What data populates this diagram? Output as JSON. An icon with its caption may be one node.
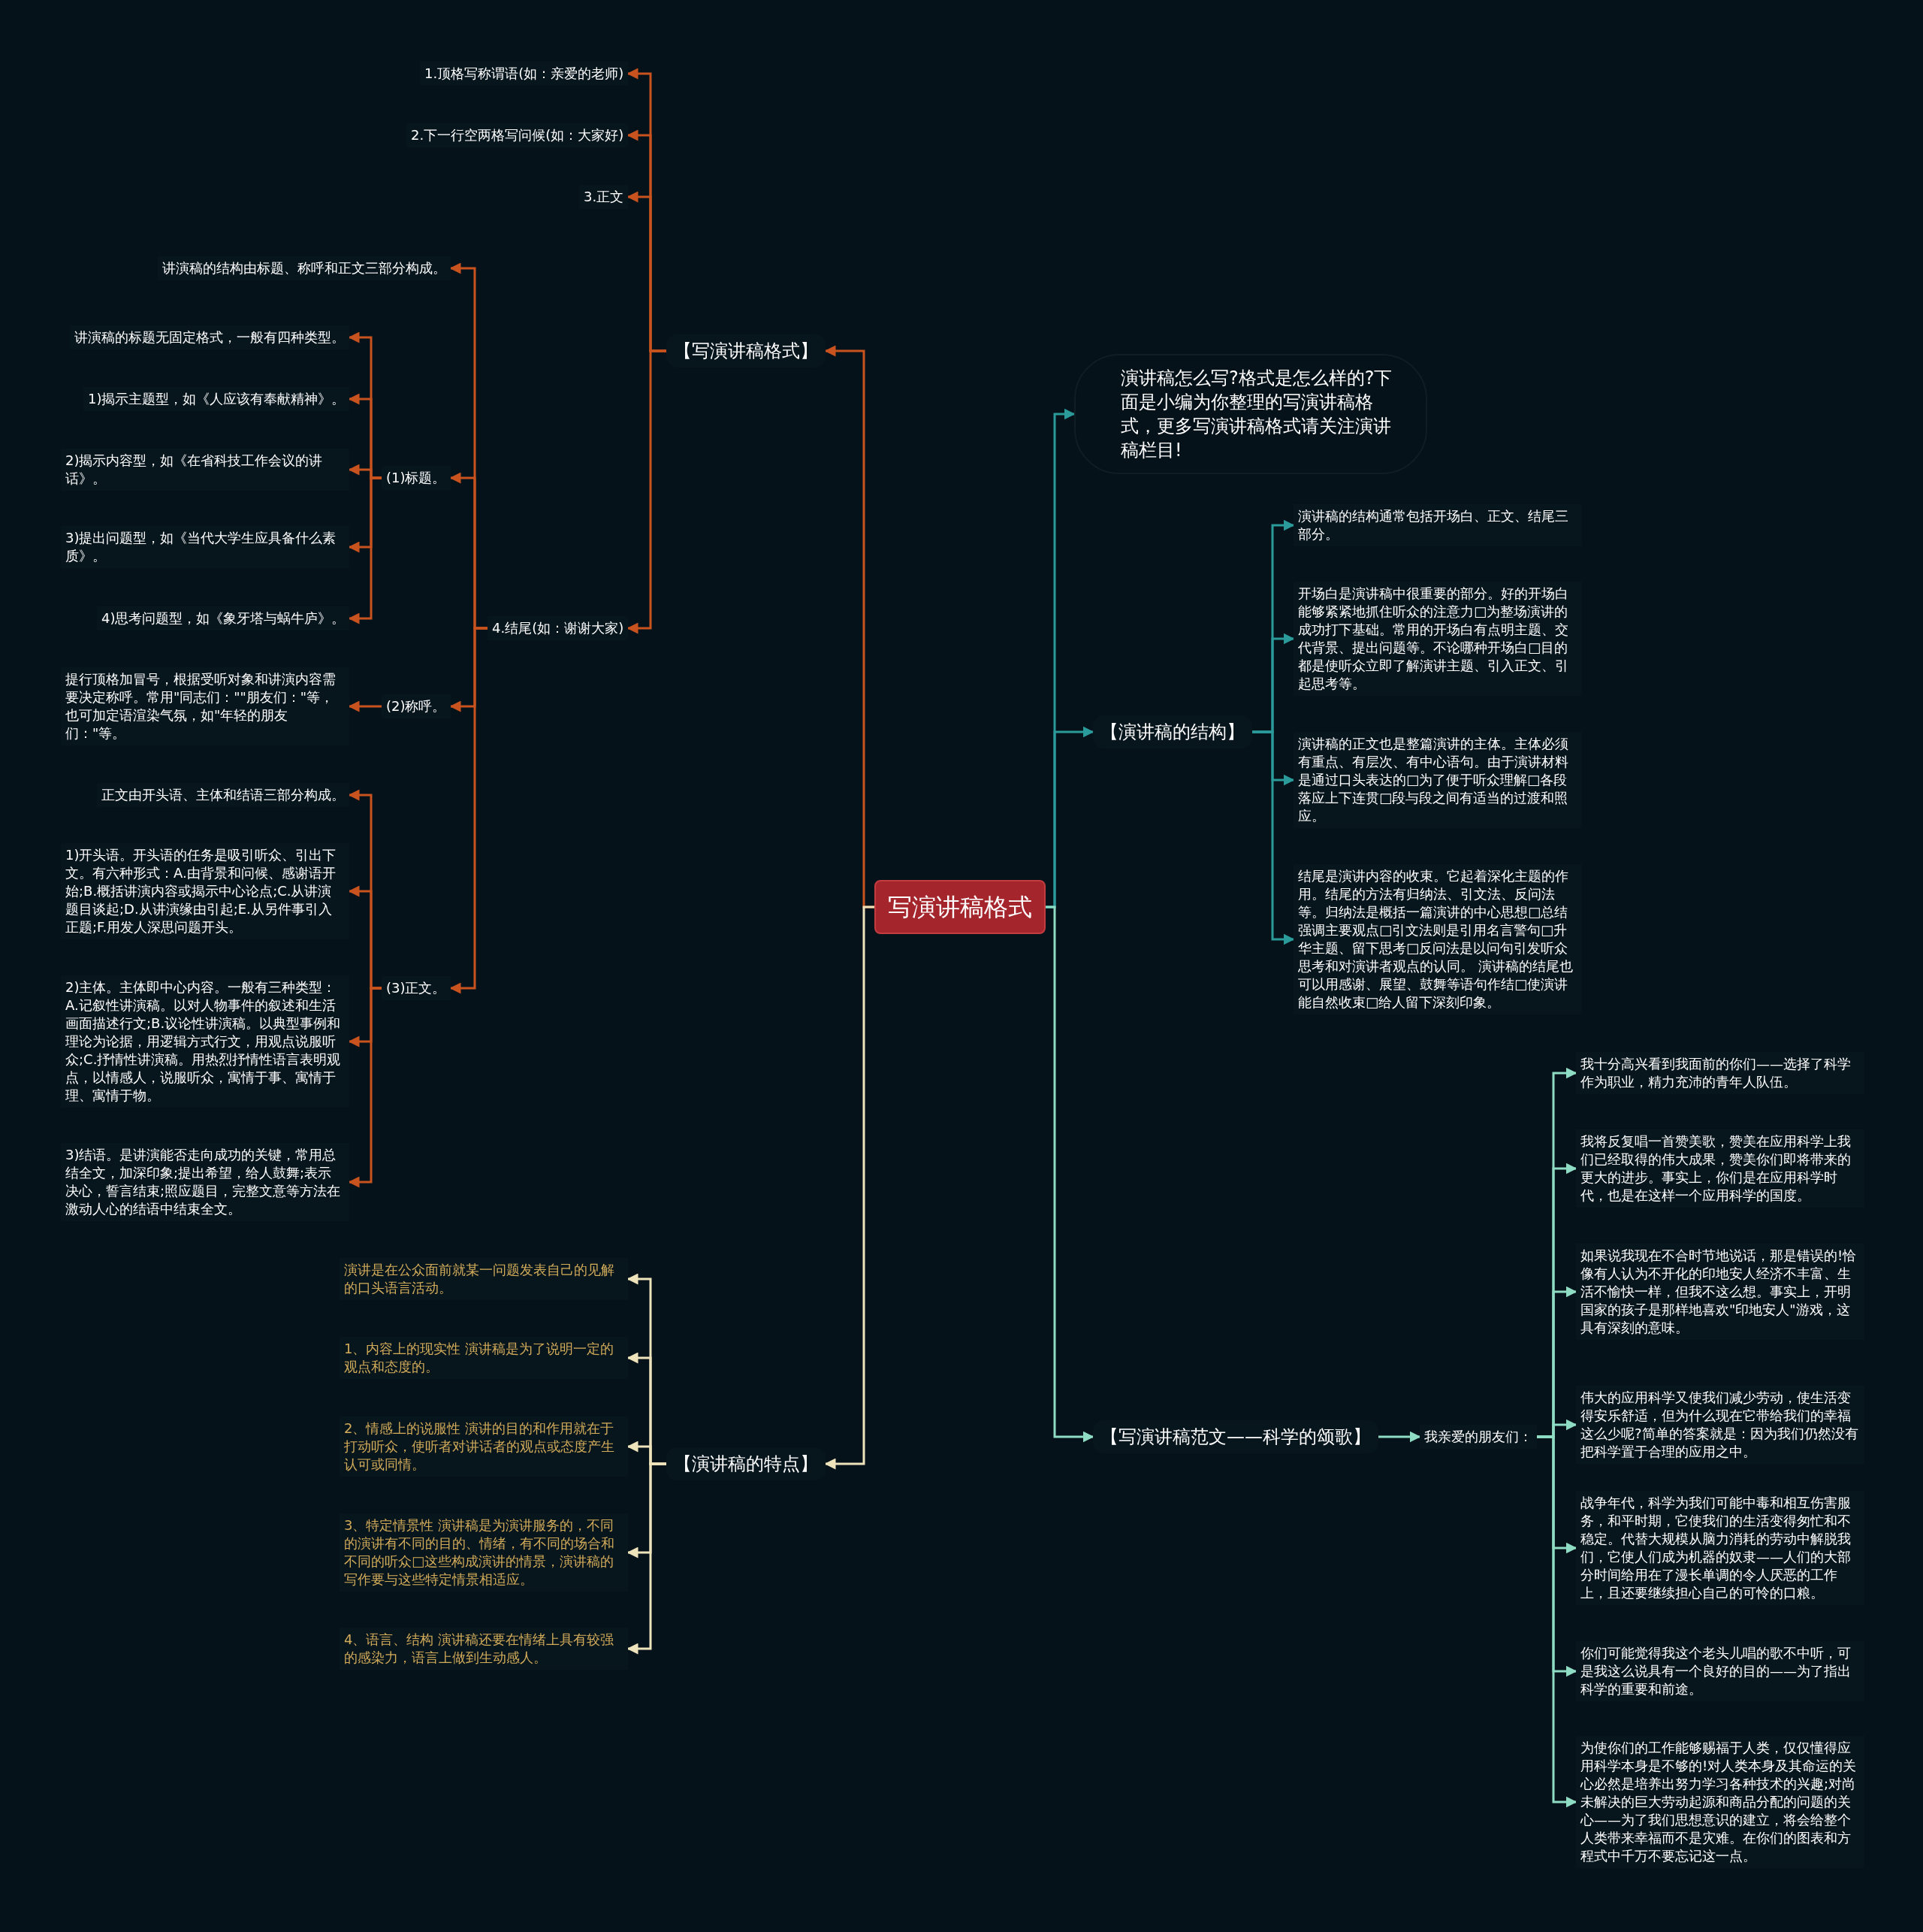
{
  "diagram": {
    "nodes": [
      {
        "text": [
          "写演讲稿格式"
        ]
      },
      {
        "text": [
          "【写演讲稿格式】"
        ]
      },
      {
        "text": [
          "1.顶格写称谓语(如：亲爱的老师)"
        ]
      },
      {
        "text": [
          "2.下一行空两格写问候(如：大家好)"
        ]
      },
      {
        "text": [
          "3.正文"
        ]
      },
      {
        "text": [
          "4.结尾(如：谢谢大家)"
        ]
      },
      {
        "text": [
          "讲演稿的结构由标题、称呼和正文三部分构成。"
        ]
      },
      {
        "text": [
          "(1)标题。"
        ]
      },
      {
        "text": [
          "讲演稿的标题无固定格式，一般有四种类型。"
        ]
      },
      {
        "text": [
          "1)揭示主题型，如《人应该有奉献精神》。"
        ]
      },
      {
        "text": [
          "2)揭示内容型，如《在省科技工作会议的讲话》。"
        ]
      },
      {
        "text": [
          "3)提出问题型，如《当代大学生应具备什么素质》。"
        ]
      },
      {
        "text": [
          "4)思考问题型，如《象牙塔与蜗牛庐》。"
        ]
      },
      {
        "text": [
          "(2)称呼。"
        ]
      },
      {
        "text": [
          "提行顶格加冒号，根据受听对象和讲演内容需要决定称呼。常用\"同志们：\"\"朋友们：\"等，也可加定语渲染气氛，如\"年轻的朋友们：\"等。"
        ]
      },
      {
        "text": [
          "(3)正文。"
        ]
      },
      {
        "text": [
          "正文由开头语、主体和结语三部分构成。"
        ]
      },
      {
        "text": [
          "1)开头语。开头语的任务是吸引听众、引出下文。有六种形式：A.由背景和问候、感谢语开始;B.概括讲演内容或揭示中心论点;C.从讲演题目谈起;D.从讲演缘由引起;E.从另件事引入正题;F.用发人深思问题开头。"
        ]
      },
      {
        "text": [
          "2)主体。主体即中心内容。一般有三种类型：A.记叙性讲演稿。以对人物事件的叙述和生活画面描述行文;B.议论性讲演稿。以典型事例和理论为论据，用逻辑方式行文，用观点说服听众;C.抒情性讲演稿。用热烈抒情性语言表明观点，以情感人，说服听众，寓情于事、寓情于理、寓情于物。"
        ]
      },
      {
        "text": [
          "3)结语。是讲演能否走向成功的关键，常用总结全文，加深印象;提出希望，给人鼓舞;表示决心，誓言结束;照应题目，完整文意等方法在激动人心的结语中结束全文。"
        ]
      },
      {
        "text": [
          "【演讲稿的特点】"
        ]
      },
      {
        "text": [
          "演讲是在公众面前就某一问题发表自己的见解的口头语言活动。"
        ]
      },
      {
        "text": [
          "1、内容上的现实性 演讲稿是为了说明一定的观点和态度的。"
        ]
      },
      {
        "text": [
          "2、情感上的说服性 演讲的目的和作用就在于打动听众，使听者对讲话者的观点或态度产生认可或同情。"
        ]
      },
      {
        "text": [
          "3、特定情景性 演讲稿是为演讲服务的，不同的演讲有不同的目的、情绪，有不同的场合和不同的听众□这些构成演讲的情景，演讲稿的写作要与这些特定情景相适应。"
        ]
      },
      {
        "text": [
          "4、语言、结构 演讲稿还要在情绪上具有较强的感染力，语言上做到生动感人。"
        ]
      },
      {
        "text": [
          "演讲稿怎么写?格式是怎么样的?下面是小编为你整理的写演讲稿格式，更多写演讲稿格式请关注演讲稿栏目!"
        ]
      },
      {
        "text": [
          "【演讲稿的结构】"
        ]
      },
      {
        "text": [
          "演讲稿的结构通常包括开场白、正文、结尾三部分。"
        ]
      },
      {
        "text": [
          "开场白是演讲稿中很重要的部分。好的开场白能够紧紧地抓住听众的注意力□为整场演讲的成功打下基础。常用的开场白有点明主题、交代背景、提出问题等。不论哪种开场白□目的都是使听众立即了解演讲主题、引入正文、引起思考等。"
        ]
      },
      {
        "text": [
          "演讲稿的正文也是整篇演讲的主体。主体必须有重点、有层次、有中心语句。由于演讲材料是通过口头表达的□为了便于听众理解□各段落应上下连贯□段与段之间有适当的过渡和照应。"
        ]
      },
      {
        "text": [
          "结尾是演讲内容的收束。它起着深化主题的作用。结尾的方法有归纳法、引文法、反问法等。归纳法是概括一篇演讲的中心思想□总结强调主要观点□引文法则是引用名言警句□升华主题、留下思考□反问法是以问句引发听众思考和对演讲者观点的认同。 演讲稿的结尾也可以用感谢、展望、鼓舞等语句作结□使演讲能自然收束□给人留下深刻印象。"
        ]
      },
      {
        "text": [
          "【写演讲稿范文——科学的颂歌】"
        ]
      },
      {
        "text": [
          "我亲爱的朋友们："
        ]
      },
      {
        "text": [
          "我十分高兴看到我面前的你们——选择了科学作为职业，精力充沛的青年人队伍。"
        ]
      },
      {
        "text": [
          "我将反复唱一首赞美歌，赞美在应用科学上我们已经取得的伟大成果，赞美你们即将带来的更大的进步。事实上，你们是在应用科学时代，也是在这样一个应用科学的国度。"
        ]
      },
      {
        "text": [
          "如果说我现在不合时节地说话，那是错误的!恰像有人认为不开化的印地安人经济不丰富、生活不愉快一样，但我不这么想。事实上，开明国家的孩子是那样地喜欢\"印地安人\"游戏，这具有深刻的意味。"
        ]
      },
      {
        "text": [
          "伟大的应用科学又使我们减少劳动，使生活变得安乐舒适，但为什么现在它带给我们的幸福这么少呢?简单的答案就是：因为我们仍然没有把科学置于合理的应用之中。"
        ]
      },
      {
        "text": [
          "战争年代，科学为我们可能中毒和相互伤害服务，和平时期，它使我们的生活变得匆忙和不稳定。代替大规模从脑力消耗的劳动中解脱我们，它使人们成为机器的奴隶——人们的大部分时间给用在了漫长单调的令人厌恶的工作上，且还要继续担心自己的可怜的口粮。"
        ]
      },
      {
        "text": [
          "你们可能觉得我这个老头儿唱的歌不中听，可是我这么说具有一个良好的目的——为了指出科学的重要和前途。"
        ]
      },
      {
        "text": [
          "为使你们的工作能够赐福于人类，仅仅懂得应用科学本身是不够的!对人类本身及其命运的关心必然是培养出努力学习各种技术的兴趣;对尚未解决的巨大劳动起源和商品分配的问题的关心——为了我们思想意识的建立，将会给整个人类带来幸福而不是灾难。在你们的图表和方程式中千万不要忘记这一点。"
        ]
      }
    ],
    "edges": [
      {
        "from": 0,
        "to": 1,
        "arrow": "to"
      },
      {
        "from": 1,
        "to": 2,
        "arrow": "to"
      },
      {
        "from": 1,
        "to": 3,
        "arrow": "to"
      },
      {
        "from": 1,
        "to": 4,
        "arrow": "to"
      },
      {
        "from": 1,
        "to": 5,
        "arrow": "to"
      },
      {
        "from": 5,
        "to": 6,
        "arrow": "to"
      },
      {
        "from": 5,
        "to": 7,
        "arrow": "to"
      },
      {
        "from": 7,
        "to": 8,
        "arrow": "to"
      },
      {
        "from": 7,
        "to": 9,
        "arrow": "to"
      },
      {
        "from": 7,
        "to": 10,
        "arrow": "to"
      },
      {
        "from": 7,
        "to": 11,
        "arrow": "to"
      },
      {
        "from": 7,
        "to": 12,
        "arrow": "to"
      },
      {
        "from": 5,
        "to": 13,
        "arrow": "to"
      },
      {
        "from": 13,
        "to": 14,
        "arrow": "to"
      },
      {
        "from": 5,
        "to": 15,
        "arrow": "to"
      },
      {
        "from": 15,
        "to": 16,
        "arrow": "to"
      },
      {
        "from": 15,
        "to": 17,
        "arrow": "to"
      },
      {
        "from": 15,
        "to": 18,
        "arrow": "to"
      },
      {
        "from": 15,
        "to": 19,
        "arrow": "to"
      },
      {
        "from": 0,
        "to": 20,
        "arrow": "to",
        "color": "#efe3bb"
      },
      {
        "from": 20,
        "to": 21,
        "arrow": "to",
        "color": "#efe3bb"
      },
      {
        "from": 20,
        "to": 22,
        "arrow": "to",
        "color": "#efe3bb"
      },
      {
        "from": 20,
        "to": 23,
        "arrow": "to",
        "color": "#efe3bb"
      },
      {
        "from": 20,
        "to": 24,
        "arrow": "to",
        "color": "#efe3bb"
      },
      {
        "from": 20,
        "to": 25,
        "arrow": "to",
        "color": "#efe3bb"
      },
      {
        "from": 0,
        "to": 26,
        "arrow": "to",
        "color": "#2a9a9a"
      },
      {
        "from": 0,
        "to": 27,
        "arrow": "to",
        "color": "#2a9a9a"
      },
      {
        "from": 27,
        "to": 28,
        "arrow": "to",
        "color": "#2a9a9a"
      },
      {
        "from": 27,
        "to": 29,
        "arrow": "to",
        "color": "#2a9a9a"
      },
      {
        "from": 27,
        "to": 30,
        "arrow": "to",
        "color": "#2a9a9a"
      },
      {
        "from": 27,
        "to": 31,
        "arrow": "to",
        "color": "#2a9a9a"
      },
      {
        "from": 0,
        "to": 32,
        "arrow": "to",
        "color": "#8fdcc4"
      },
      {
        "from": 32,
        "to": 33,
        "arrow": "to",
        "color": "#8fdcc4"
      },
      {
        "from": 33,
        "to": 34,
        "arrow": "to",
        "color": "#8fdcc4"
      },
      {
        "from": 33,
        "to": 35,
        "arrow": "to",
        "color": "#8fdcc4"
      },
      {
        "from": 33,
        "to": 36,
        "arrow": "to",
        "color": "#8fdcc4"
      },
      {
        "from": 33,
        "to": 37,
        "arrow": "to",
        "color": "#8fdcc4"
      },
      {
        "from": 33,
        "to": 38,
        "arrow": "to",
        "color": "#8fdcc4"
      },
      {
        "from": 33,
        "to": 39,
        "arrow": "to",
        "color": "#8fdcc4"
      },
      {
        "from": 33,
        "to": 40,
        "arrow": "to",
        "color": "#8fdcc4"
      }
    ]
  }
}
